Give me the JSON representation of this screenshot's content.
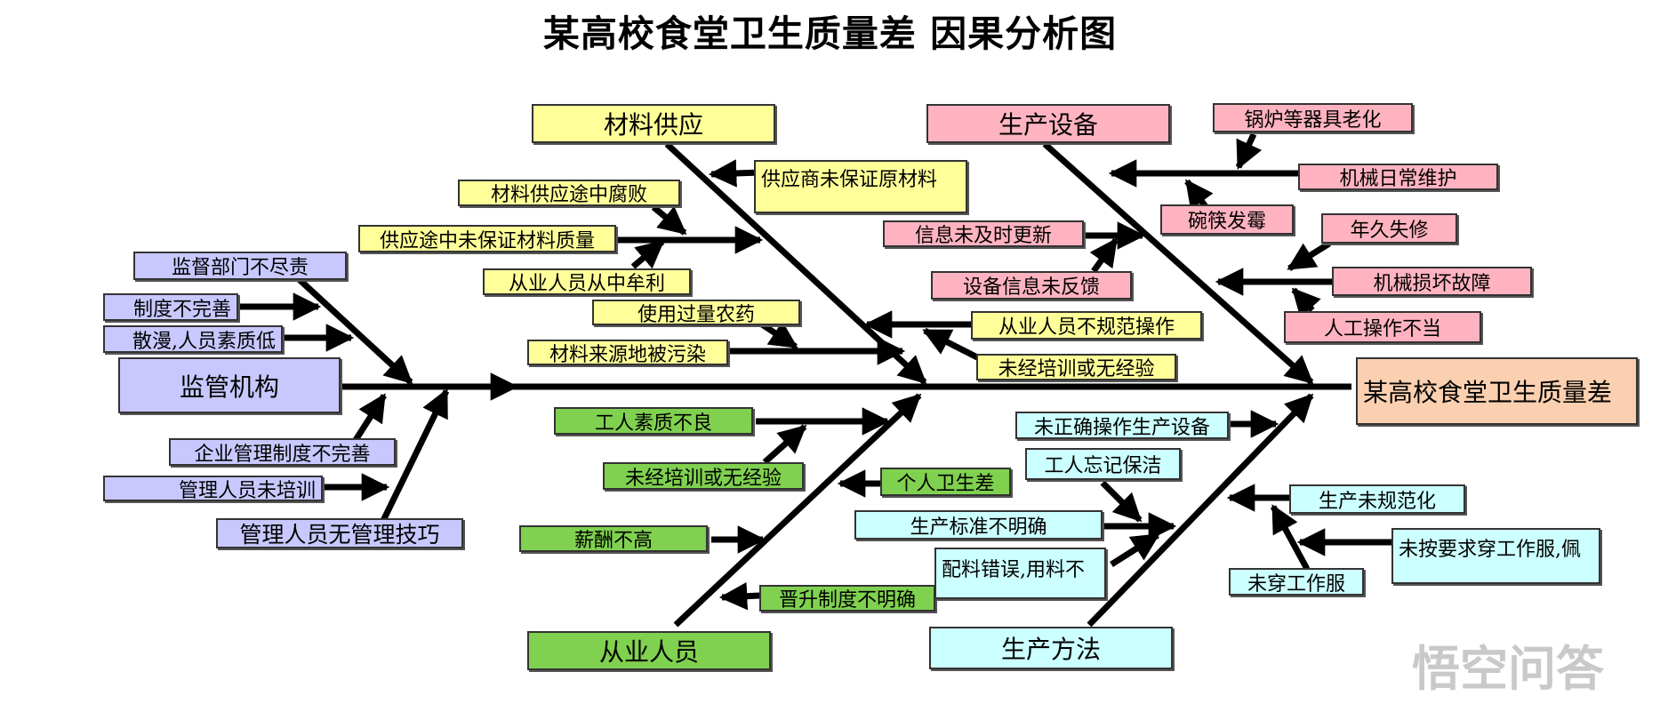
{
  "title": "某高校食堂卫生质量差 因果分析图",
  "effect": "某高校食堂卫生质量差",
  "categories": {
    "materials": "材料供应",
    "equipment": "生产设备",
    "supervision": "监管机构",
    "personnel": "从业人员",
    "methods": "生产方法"
  },
  "causes": {
    "materials": [
      "供应商未保证原材料",
      "材料供应途中腐败",
      "供应途中未保证材料质量",
      "从业人员从中牟利",
      "使用过量农药",
      "材料来源地被污染"
    ],
    "equipment": [
      "锅炉等器具老化",
      "机械日常维护",
      "碗筷发霉",
      "信息未及时更新",
      "年久失修",
      "设备信息未反馈",
      "机械损坏故障",
      "人工操作不当",
      "从业人员不规范操作",
      "未经培训或无经验"
    ],
    "supervision": [
      "监督部门不尽责",
      "制度不完善",
      "散漫,人员素质低",
      "企业管理制度不完善",
      "管理人员未培训",
      "管理人员无管理技巧"
    ],
    "personnel": [
      "工人素质不良",
      "未经培训或无经验",
      "个人卫生差",
      "薪酬不高",
      "晋升制度不明确"
    ],
    "methods": [
      "未正确操作生产设备",
      "工人忘记保洁",
      "生产未规范化",
      "生产标准不明确",
      "未按要求穿工作服,佩",
      "配料错误,用料不",
      "未穿工作服"
    ]
  },
  "watermark": "悟空问答",
  "colors": {
    "materials": "#ffff99",
    "equipment": "#ffb3c1",
    "supervision": "#c8c8ff",
    "personnel": "#7fd14f",
    "methods": "#ccffff",
    "effect": "#fbd0b0"
  }
}
